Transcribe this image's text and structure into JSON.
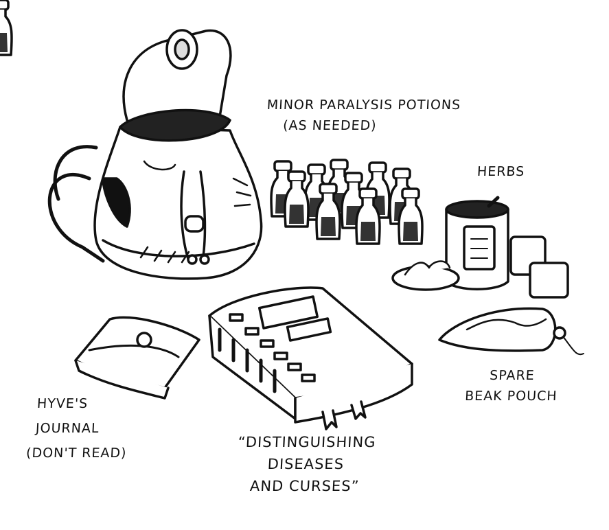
{
  "labels": {
    "potions": [
      "MINOR PARALYSIS POTIONS",
      "(AS NEEDED)"
    ],
    "herbs": "HERBS",
    "pouch": [
      "SPARE",
      "BEAK POUCH"
    ],
    "journal": [
      "HYVE'S",
      "JOURNAL",
      "(DON'T READ)"
    ],
    "book": [
      "“DISTINGUISHING",
      "DISEASES",
      "AND CURSES”"
    ]
  },
  "colors": {
    "ink": "#111111",
    "paper": "#ffffff",
    "shade": "#cfcfcf"
  }
}
